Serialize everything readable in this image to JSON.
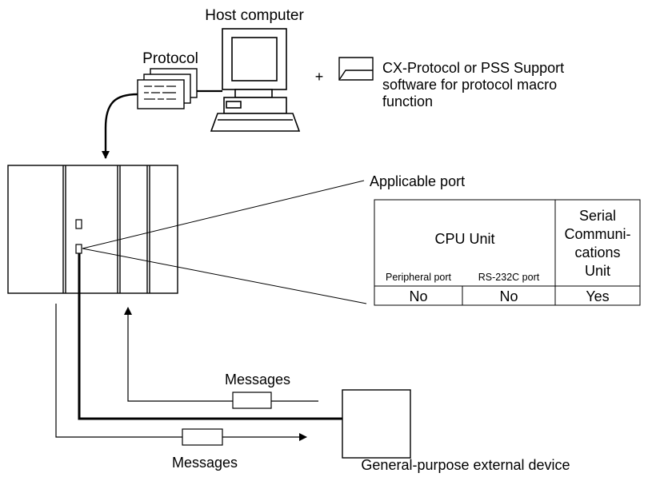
{
  "labels": {
    "host_computer": "Host computer",
    "protocol": "Protocol",
    "plus": "+",
    "software_line1": "CX-Protocol or PSS Support",
    "software_line2": "software for protocol macro",
    "software_line3": "function",
    "applicable_port": "Applicable port",
    "messages_upper": "Messages",
    "messages_lower": "Messages",
    "external_device": "General-purpose external device"
  },
  "port_table": {
    "cpu_unit_header": "CPU Unit",
    "serial_header_line1": "Serial",
    "serial_header_line2": "Communi-",
    "serial_header_line3": "cations",
    "serial_header_line4": "Unit",
    "peripheral_port": "Peripheral port",
    "rs232c_port": "RS-232C port",
    "peripheral_value": "No",
    "rs232c_value": "No",
    "serial_value": "Yes"
  }
}
